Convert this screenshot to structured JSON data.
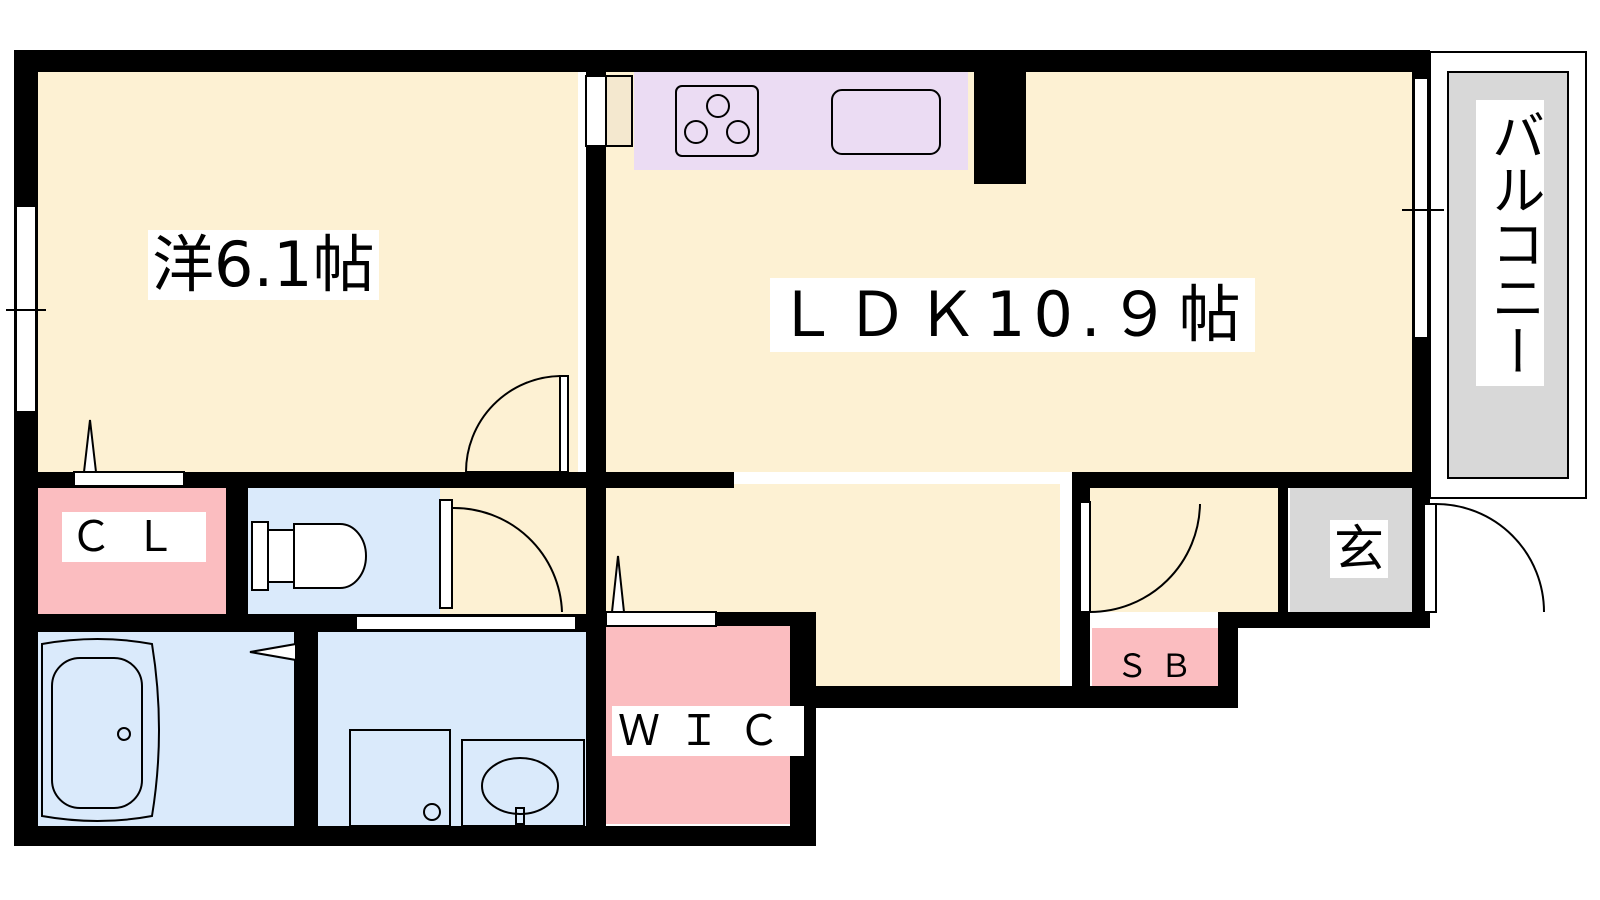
{
  "rooms": {
    "western": "洋6.1帖",
    "ldk": "ＬＤＫ10.９帖",
    "closet": "ＣＬ",
    "walk_in_closet": "ＷＩＣ",
    "shoe_box": "ＳＢ",
    "entrance": "玄",
    "balcony": "バルコニー"
  },
  "colors": {
    "room_floor": "#fdf1d3",
    "storage": "#fbbdc0",
    "wet_area": "#daeafb",
    "kitchen": "#ebdcf3",
    "entrance": "#d8d8d8",
    "wall": "#000000"
  }
}
